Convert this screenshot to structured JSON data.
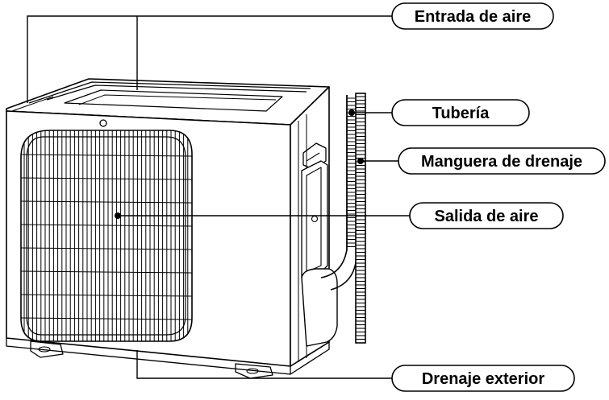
{
  "labels": {
    "air_intake": "Entrada de aire",
    "piping": "Tubería",
    "drain_hose": "Manguera de drenaje",
    "air_outlet": "Salida de aire",
    "outdoor_drain": "Drenaje exterior"
  },
  "colors": {
    "line": "#000000",
    "background": "#ffffff"
  }
}
